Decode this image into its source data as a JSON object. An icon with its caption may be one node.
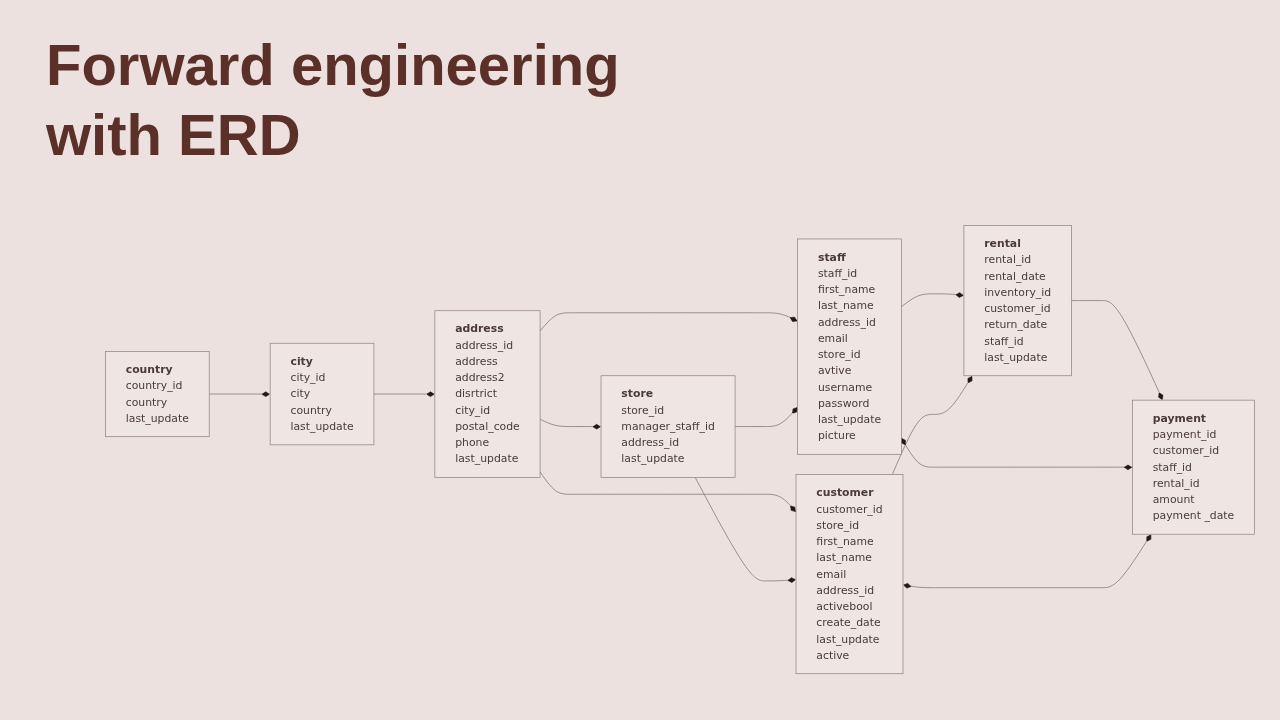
{
  "diagram": {
    "title": "Forward engineering with ERD",
    "nodes": [
      {
        "text": [
          "country",
          "country_id",
          "country",
          "last_update"
        ]
      },
      {
        "text": [
          "city",
          "city_id",
          "city",
          "country",
          "last_update"
        ]
      },
      {
        "text": [
          "address",
          "address_id",
          "address",
          "address2",
          "disrtrict",
          "city_id",
          "postal_code",
          "phone",
          "last_update"
        ]
      },
      {
        "text": [
          "store",
          "store_id",
          "manager_staff_id",
          "address_id",
          "last_update"
        ]
      },
      {
        "text": [
          "staff",
          "staff_id",
          "first_name",
          "last_name",
          "address_id",
          "email",
          "store_id",
          "avtive",
          "username",
          "password",
          "last_update",
          "picture"
        ]
      },
      {
        "text": [
          "customer",
          "customer_id",
          "store_id",
          "first_name",
          "last_name",
          "email",
          "address_id",
          "activebool",
          "create_date",
          "last_update",
          "active"
        ]
      },
      {
        "text": [
          "rental",
          "rental_id",
          "rental_date",
          "inventory_id",
          "customer_id",
          "return_date",
          "staff_id",
          "last_update"
        ]
      },
      {
        "text": [
          "payment",
          "payment_id",
          "customer_id",
          "staff_id",
          "rental_id",
          "amount",
          "payment _date"
        ]
      }
    ],
    "edges": [
      {
        "from": 0,
        "to": 1,
        "arrow": "other"
      },
      {
        "from": 1,
        "to": 2,
        "arrow": "other"
      },
      {
        "from": 2,
        "to": 3,
        "arrow": "other"
      },
      {
        "from": 2,
        "to": 4,
        "arrow": "other"
      },
      {
        "from": 2,
        "to": 5,
        "arrow": "other"
      },
      {
        "from": 3,
        "to": 4,
        "arrow": "other"
      },
      {
        "from": 3,
        "to": 5,
        "arrow": "other"
      },
      {
        "from": 6,
        "to": 4,
        "arrow": "other"
      },
      {
        "from": 6,
        "to": 5,
        "arrow": "other"
      },
      {
        "from": 6,
        "to": 7,
        "arrow": "other"
      },
      {
        "from": 4,
        "to": 7,
        "arrow": "other"
      },
      {
        "from": 5,
        "to": 7,
        "arrow": "other"
      }
    ]
  }
}
